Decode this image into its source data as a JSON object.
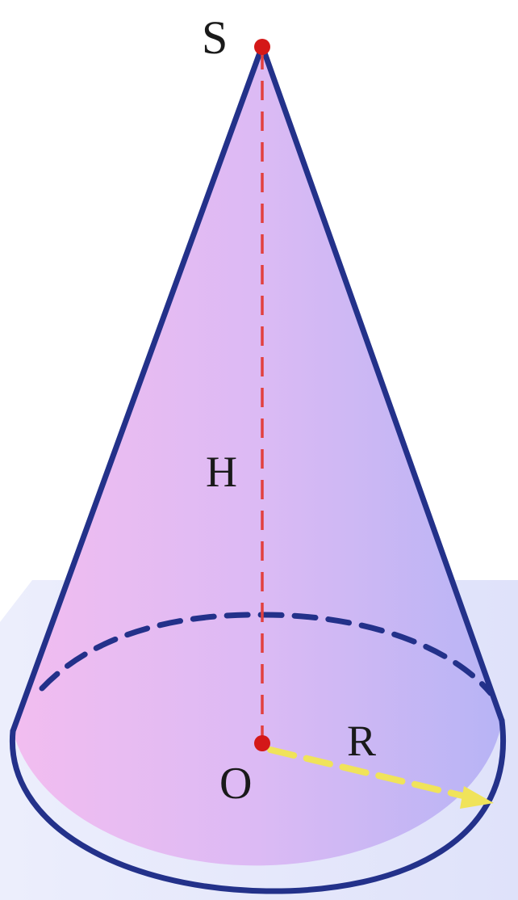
{
  "labels": {
    "apex": "S",
    "height": "H",
    "center": "O",
    "radius": "R"
  },
  "colors": {
    "outline": "#23318a",
    "height_line": "#e2403e",
    "points": "#d41818",
    "radius_arrow": "#f0e35a",
    "plane": "#e6e8fb",
    "fill_left": "#f2bdf0",
    "fill_right": "#b7b4f5"
  }
}
